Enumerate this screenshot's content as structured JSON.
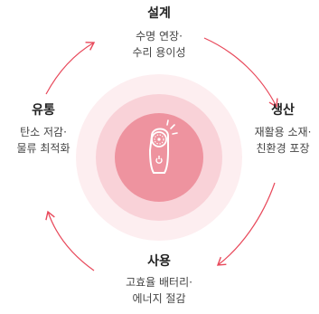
{
  "colors": {
    "arrow": "#e8485a",
    "halo_outer": "#fdeef0",
    "halo_mid": "#f9d2d8",
    "halo_inner": "#ee939f",
    "device": "#ffffff"
  },
  "stages": {
    "top": {
      "title": "설계",
      "lines": [
        "수명 연장·",
        "수리 용이성"
      ]
    },
    "right": {
      "title": "생산",
      "lines": [
        "재활용 소재·",
        "친환경 포장"
      ]
    },
    "bottom": {
      "title": "사용",
      "lines": [
        "고효율 배터리·",
        "에너지 절감"
      ]
    },
    "left": {
      "title": "유통",
      "lines": [
        "탄소 저감·",
        "물류 최적화"
      ]
    }
  },
  "center": {
    "icon": "cleansing-device-icon"
  }
}
